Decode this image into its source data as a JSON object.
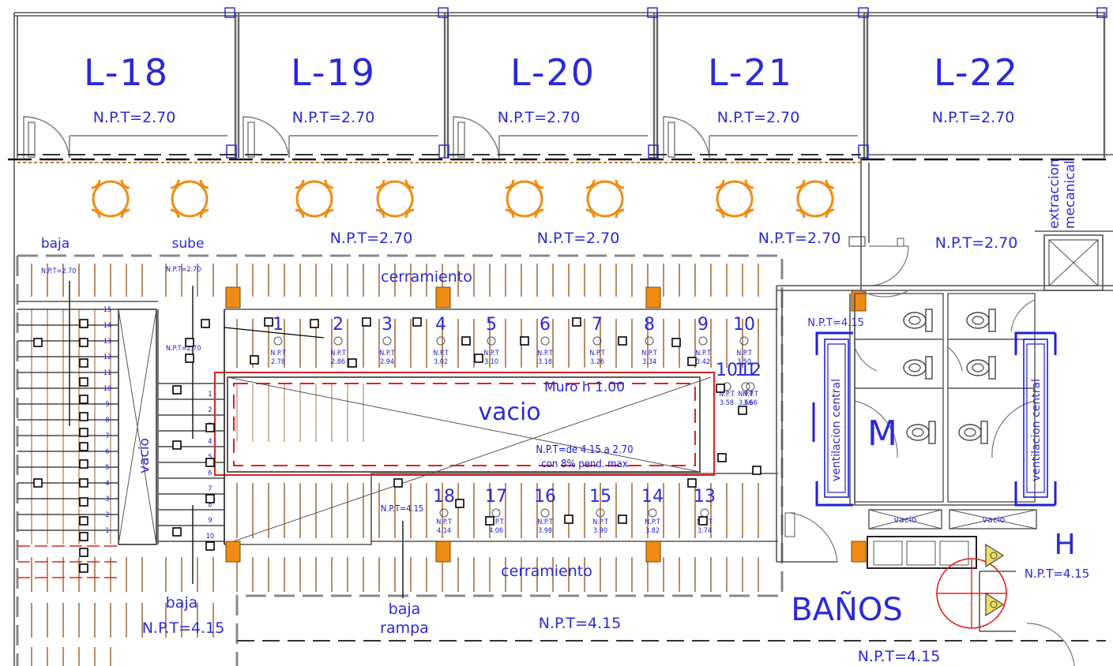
{
  "units": [
    {
      "name": "L-18",
      "level": "N.P.T=2.70"
    },
    {
      "name": "L-19",
      "level": "N.P.T=2.70"
    },
    {
      "name": "L-20",
      "level": "N.P.T=2.70"
    },
    {
      "name": "L-21",
      "level": "N.P.T=2.70"
    },
    {
      "name": "L-22",
      "level": "N.P.T=2.70"
    }
  ],
  "corridor_levels": [
    "N.P.T=2.70",
    "N.P.T=2.70",
    "N.P.T=2.70",
    "N.P.T=2.70"
  ],
  "extraccion": [
    "extraccion",
    "mecanical"
  ],
  "stairs": {
    "baja_top": "baja",
    "sube": "sube",
    "left_level": "N.P.T=2.70",
    "right_level": "N.P.T=2.70",
    "mid_level": "N.P.T=2.70",
    "vacio": "vacio",
    "baja_bottom": "baja",
    "bottom_level": "N.P.T=4.15",
    "left_steps": [
      "15",
      "14",
      "13",
      "12",
      "11",
      "10",
      "9",
      "8",
      "7",
      "6",
      "5",
      "4",
      "3",
      "2",
      "1"
    ],
    "right_steps": [
      "1",
      "2",
      "3",
      "4",
      "5",
      "6",
      "7",
      "8",
      "9",
      "10"
    ]
  },
  "cerramiento_top": "cerramiento",
  "cerramiento_bottom": "cerramiento",
  "void": {
    "title": "vacio",
    "muro": "Muro h 1.00",
    "slope1": "N.P.T=de 4.15 a 2.70",
    "slope2": "con 8% pend. max"
  },
  "ramp_top": [
    {
      "num": "1",
      "npt": "N.P.T",
      "val": "2.78"
    },
    {
      "num": "2",
      "npt": "N.P.T",
      "val": "2.86"
    },
    {
      "num": "3",
      "npt": "N.P.T",
      "val": "2.94"
    },
    {
      "num": "4",
      "npt": "N.P.T",
      "val": "3.02"
    },
    {
      "num": "5",
      "npt": "N.P.T",
      "val": "3.10"
    },
    {
      "num": "6",
      "npt": "N.P.T",
      "val": "3.18"
    },
    {
      "num": "7",
      "npt": "N.P.T",
      "val": "3.26"
    },
    {
      "num": "8",
      "npt": "N.P.T",
      "val": "3.34"
    },
    {
      "num": "9",
      "npt": "N.P.T",
      "val": "3.42"
    },
    {
      "num": "10",
      "npt": "N.P.T",
      "val": "3.50"
    }
  ],
  "ramp_right": [
    {
      "num": "10",
      "npt": "N.P.T",
      "val": "3.58"
    },
    {
      "num": "11",
      "npt": "N.P.T",
      "val": "3.66"
    },
    {
      "num": "12",
      "npt": "N.P.T",
      "val": "3.66"
    }
  ],
  "ramp_bottom": [
    {
      "num": "18",
      "npt": "N.P.T",
      "val": "4.14"
    },
    {
      "num": "17",
      "npt": "N.P.T",
      "val": "4.06"
    },
    {
      "num": "16",
      "npt": "N.P.T",
      "val": "3.98"
    },
    {
      "num": "15",
      "npt": "N.P.T",
      "val": "3.90"
    },
    {
      "num": "14",
      "npt": "N.P.T",
      "val": "3.82"
    },
    {
      "num": "13",
      "npt": "N.P.T",
      "val": "3.74"
    }
  ],
  "ramp_start_level": "N.P.T=4.15",
  "baja_rampa": [
    "baja",
    "rampa"
  ],
  "bottom_level": "N.P.T=4.15",
  "banos": {
    "title": "BAÑOS",
    "level_top": "N.P.T=4.15",
    "vent_left": "ventilacion central",
    "vent_right": "ventilacion central",
    "m": "M",
    "h": "H",
    "vacio1": "vacio",
    "vacio2": "vacio",
    "h_level": "N.P.T=4.15",
    "bottom_level": "N.P.T=4.15"
  },
  "colors": {
    "line_blue": "#2a2ad8",
    "furniture": "#f08c14",
    "column": "#f08c14",
    "hatch": "#9a5a2a",
    "void_red": "#e02020"
  }
}
